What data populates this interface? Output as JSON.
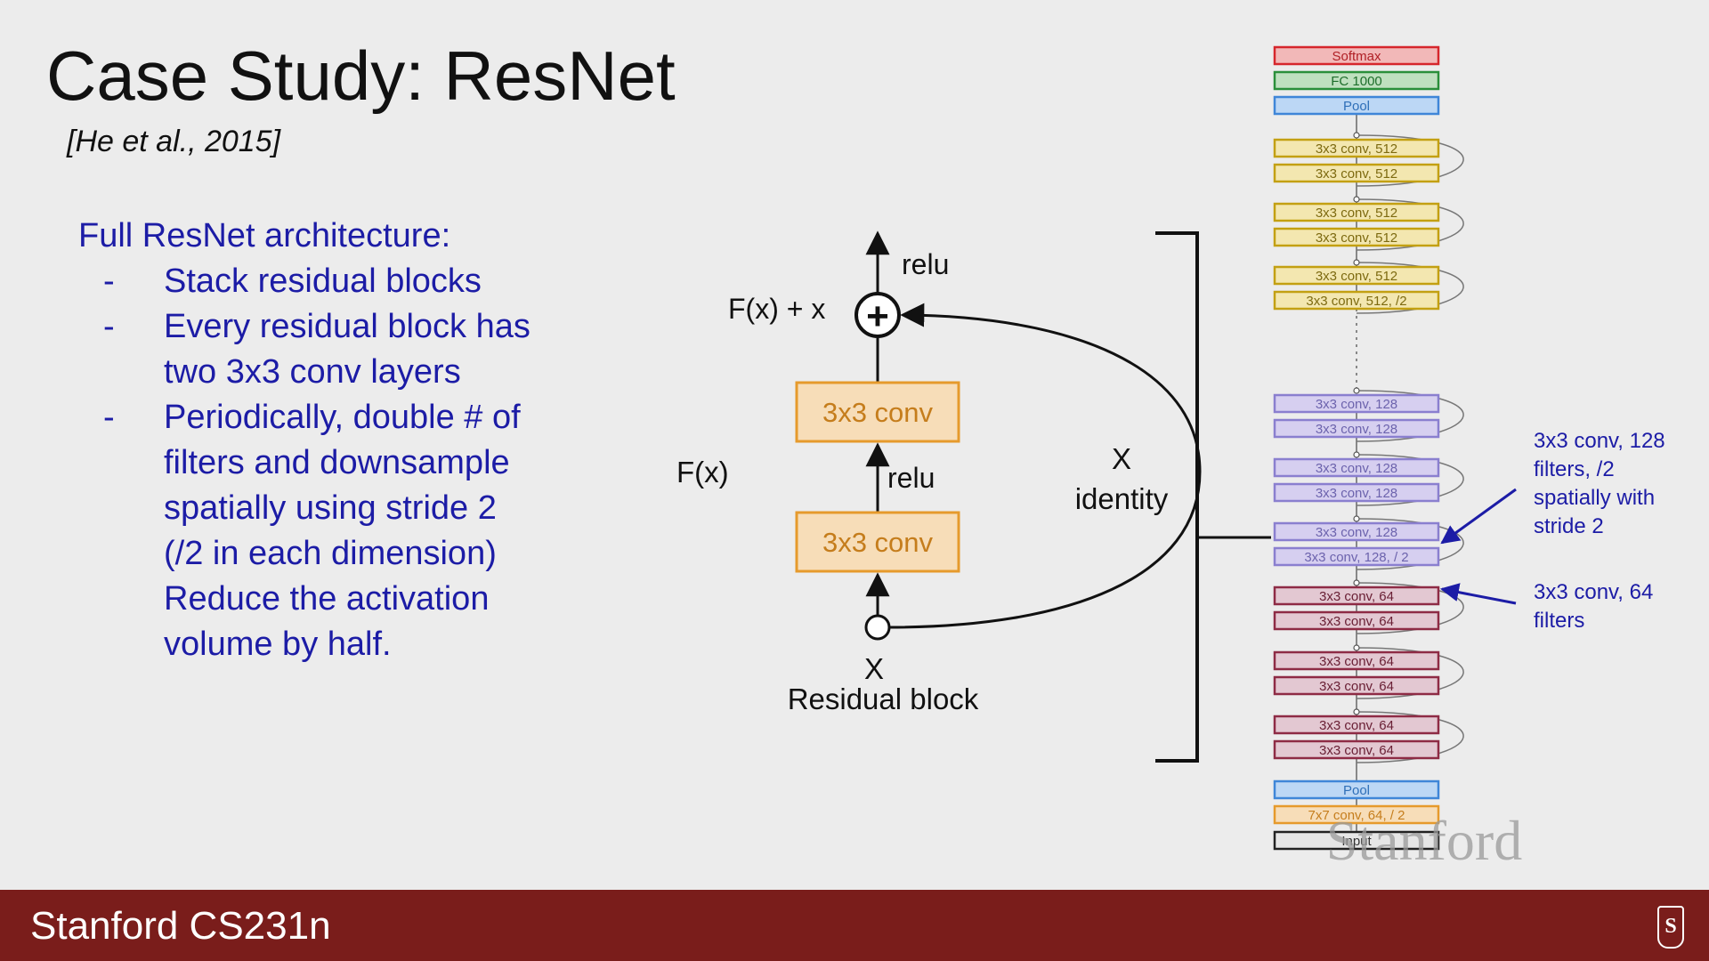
{
  "slide": {
    "title": "Case Study: ResNet",
    "citation": "[He et al., 2015]"
  },
  "bullets": {
    "heading": "Full ResNet architecture:",
    "items": [
      {
        "dash": "-",
        "lines": [
          "Stack residual blocks"
        ]
      },
      {
        "dash": "-",
        "lines": [
          "Every residual block has",
          "two 3x3 conv layers"
        ]
      },
      {
        "dash": "-",
        "lines": [
          "Periodically, double # of",
          "filters and downsample",
          "spatially using stride 2",
          "(/2 in each dimension)"
        ]
      }
    ],
    "continuation": [
      "Reduce the activation",
      "volume by half."
    ]
  },
  "residual_block": {
    "top_relu": "relu",
    "sum_label": "F(x) + x",
    "conv_top": "3x3 conv",
    "conv_bottom": "3x3 conv",
    "mid_relu": "relu",
    "fx_label": "F(x)",
    "x_label": "X",
    "caption": "Residual block",
    "skip_x": "X",
    "skip_identity": "identity",
    "plus_symbol": "+"
  },
  "network": {
    "layers": [
      {
        "label": "Softmax",
        "kind": "softmax"
      },
      {
        "label": "FC 1000",
        "kind": "fc"
      },
      {
        "label": "Pool",
        "kind": "pool"
      },
      {
        "label": "3x3 conv, 512",
        "kind": "c512"
      },
      {
        "label": "3x3 conv, 512",
        "kind": "c512"
      },
      {
        "label": "3x3 conv, 512",
        "kind": "c512"
      },
      {
        "label": "3x3 conv, 512",
        "kind": "c512"
      },
      {
        "label": "3x3 conv, 512",
        "kind": "c512"
      },
      {
        "label": "3x3 conv, 512, /2",
        "kind": "c512"
      },
      {
        "label": "3x3 conv, 128",
        "kind": "c128"
      },
      {
        "label": "3x3 conv, 128",
        "kind": "c128"
      },
      {
        "label": "3x3 conv, 128",
        "kind": "c128"
      },
      {
        "label": "3x3 conv, 128",
        "kind": "c128"
      },
      {
        "label": "3x3 conv, 128",
        "kind": "c128"
      },
      {
        "label": "3x3 conv, 128, / 2",
        "kind": "c128"
      },
      {
        "label": "3x3 conv, 64",
        "kind": "c64"
      },
      {
        "label": "3x3 conv, 64",
        "kind": "c64"
      },
      {
        "label": "3x3 conv, 64",
        "kind": "c64"
      },
      {
        "label": "3x3 conv, 64",
        "kind": "c64"
      },
      {
        "label": "3x3 conv, 64",
        "kind": "c64"
      },
      {
        "label": "3x3 conv, 64",
        "kind": "c64"
      },
      {
        "label": "Pool",
        "kind": "pool"
      },
      {
        "label": "7x7 conv, 64, / 2",
        "kind": "c7"
      },
      {
        "label": "Input",
        "kind": "input"
      }
    ],
    "annotations": [
      {
        "lines": [
          "3x3 conv, 128",
          "filters, /2",
          "spatially with",
          "stride 2"
        ]
      },
      {
        "lines": [
          "3x3 conv, 64",
          "filters"
        ]
      }
    ],
    "colors": {
      "softmax": {
        "fill": "#f2b8b8",
        "stroke": "#d6262c",
        "text": "#b01f25"
      },
      "fc": {
        "fill": "#bfe0bf",
        "stroke": "#2a8f3a",
        "text": "#1e6e2b"
      },
      "pool": {
        "fill": "#bcd7f5",
        "stroke": "#3f86d8",
        "text": "#2f6fb8"
      },
      "c512": {
        "fill": "#f3e7b0",
        "stroke": "#c3a012",
        "text": "#7d6a10"
      },
      "c128": {
        "fill": "#d6cff0",
        "stroke": "#8a7fcf",
        "text": "#6c63ad"
      },
      "c64": {
        "fill": "#e3c8d2",
        "stroke": "#8e2b45",
        "text": "#6a2035"
      },
      "c7": {
        "fill": "#f7ddb8",
        "stroke": "#e69a2c",
        "text": "#c57d1c"
      },
      "input": {
        "fill": "#e6e6e6",
        "stroke": "#222222",
        "text": "#333333"
      }
    },
    "accent": "#1c1ca6"
  },
  "watermark": "Stanford",
  "footer": {
    "course": "Stanford CS231n",
    "logo_glyph": "S"
  }
}
